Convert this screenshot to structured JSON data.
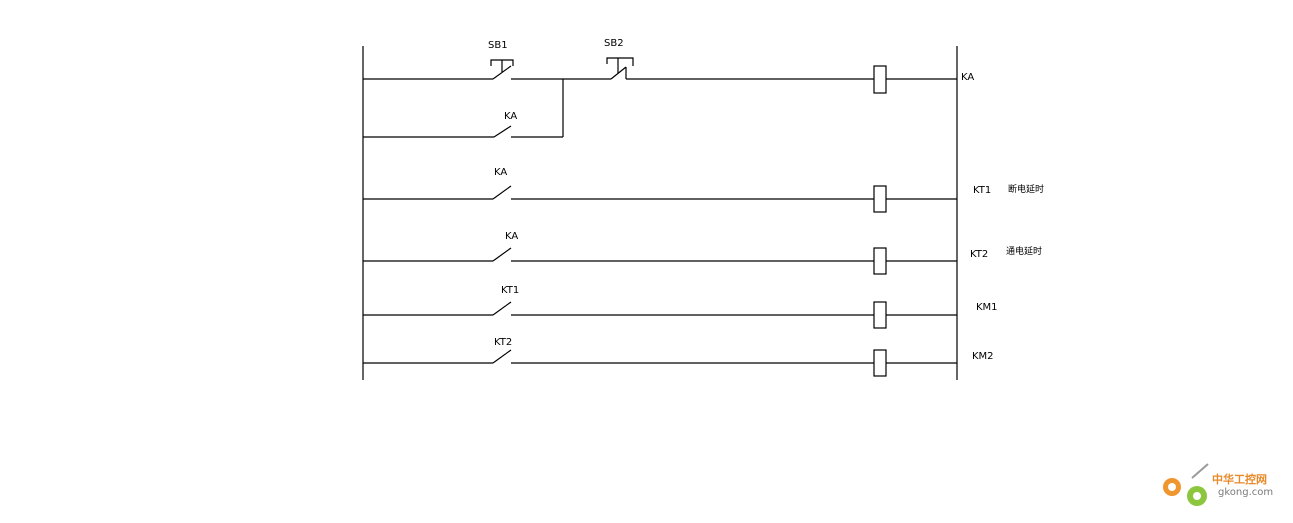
{
  "diagram": {
    "labels": {
      "sb1": "SB1",
      "sb2": "SB2",
      "ka_coil": "KA",
      "ka_hold": "KA",
      "ka_contact_kt1": "KA",
      "ka_contact_kt2": "KA",
      "kt1_contact": "KT1",
      "kt2_contact": "KT2",
      "kt1_coil": "KT1",
      "kt2_coil": "KT2",
      "km1_coil": "KM1",
      "km2_coil": "KM2",
      "kt1_note": "断电延时",
      "kt2_note": "通电延时"
    }
  },
  "watermark": {
    "name": "中华工控网",
    "domain": "gkong.com",
    "gear_color": "#f0962e",
    "gear_color_2": "#8cc63f"
  }
}
